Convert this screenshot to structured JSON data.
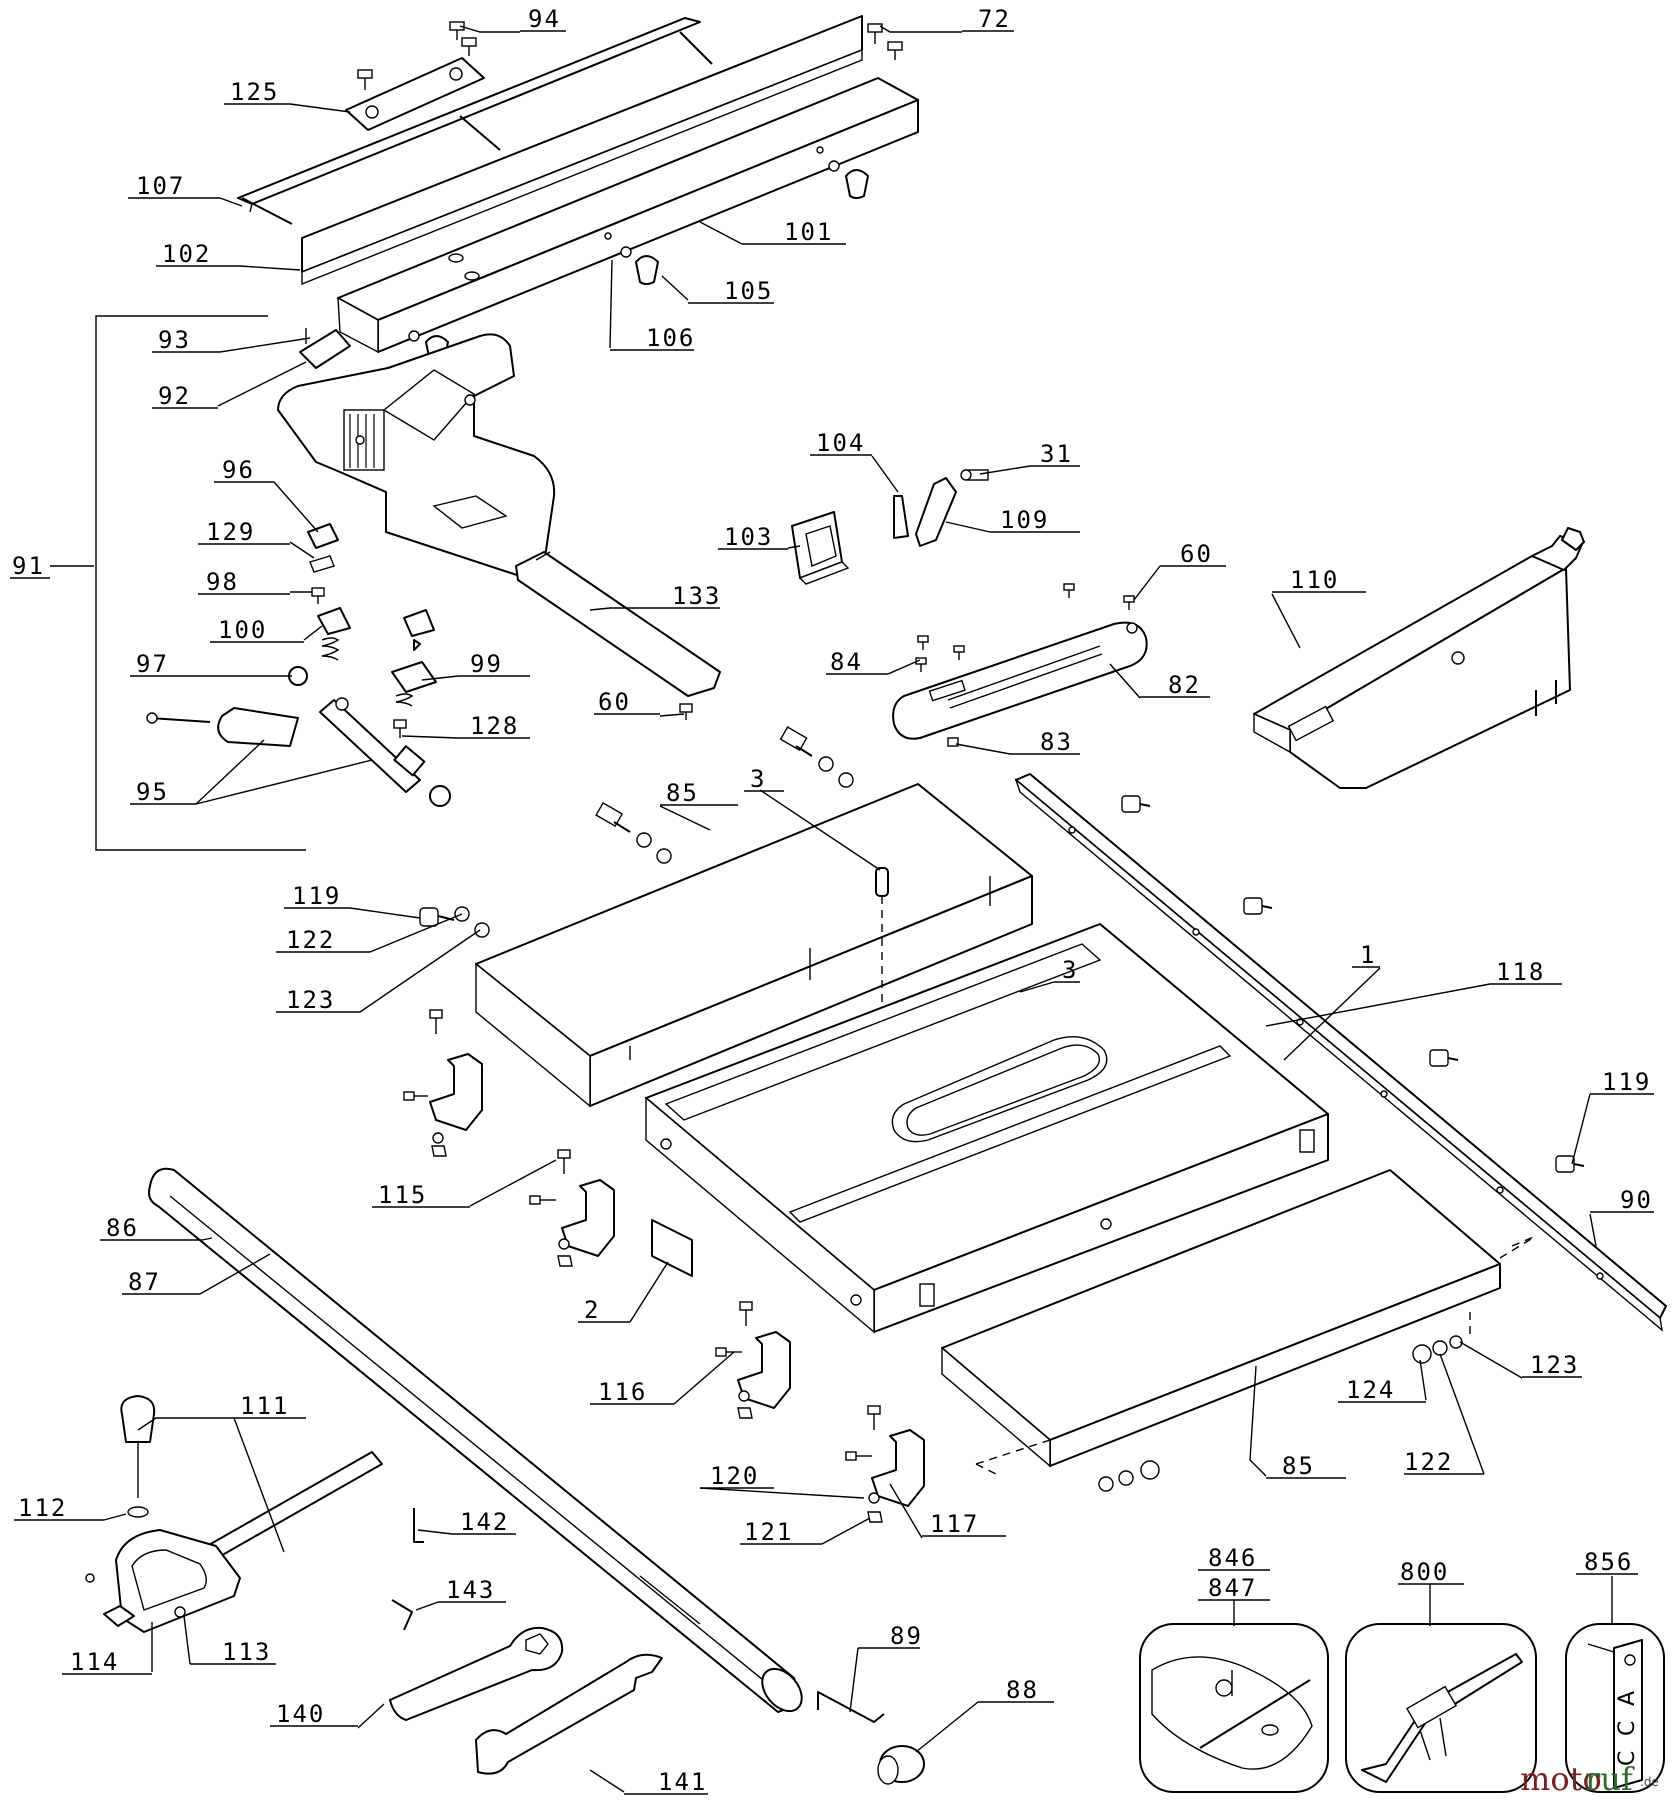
{
  "diagram": {
    "labels": [
      "94",
      "72",
      "125",
      "107",
      "102",
      "101",
      "105",
      "106",
      "93",
      "92",
      "96",
      "129",
      "98",
      "100",
      "97",
      "99",
      "128",
      "95",
      "91",
      "133",
      "60",
      "104",
      "31",
      "109",
      "103",
      "60",
      "84",
      "82",
      "83",
      "110",
      "85",
      "3",
      "3",
      "119",
      "122",
      "123",
      "1",
      "118",
      "119",
      "90",
      "115",
      "86",
      "87",
      "2",
      "116",
      "123",
      "124",
      "122",
      "85",
      "111",
      "112",
      "114",
      "113",
      "142",
      "143",
      "120",
      "121",
      "117",
      "140",
      "141",
      "89",
      "88",
      "846",
      "847",
      "800",
      "856"
    ]
  },
  "accessory_boxes": {
    "acc_text": [
      "A",
      "C",
      "C"
    ]
  },
  "watermark": {
    "part1": "moto",
    "part2": "ruf",
    "suffix": ".de"
  }
}
